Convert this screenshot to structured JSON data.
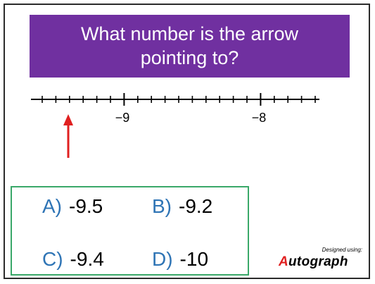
{
  "title": {
    "line1": "What number is the arrow",
    "line2": "pointing to?"
  },
  "number_line": {
    "labels": [
      "−9",
      "−8"
    ],
    "arrow_color": "#e02020"
  },
  "options": [
    {
      "letter": "A)",
      "value": "-9.5"
    },
    {
      "letter": "B)",
      "value": "-9.2"
    },
    {
      "letter": "C)",
      "value": "-9.4"
    },
    {
      "letter": "D)",
      "value": "-10"
    }
  ],
  "brand": {
    "caption": "Designed using:",
    "logo_first": "A",
    "logo_rest": "utograph"
  },
  "colors": {
    "banner": "#7030a0",
    "option_letter": "#2e74b5",
    "answer_border": "#3aa869"
  }
}
